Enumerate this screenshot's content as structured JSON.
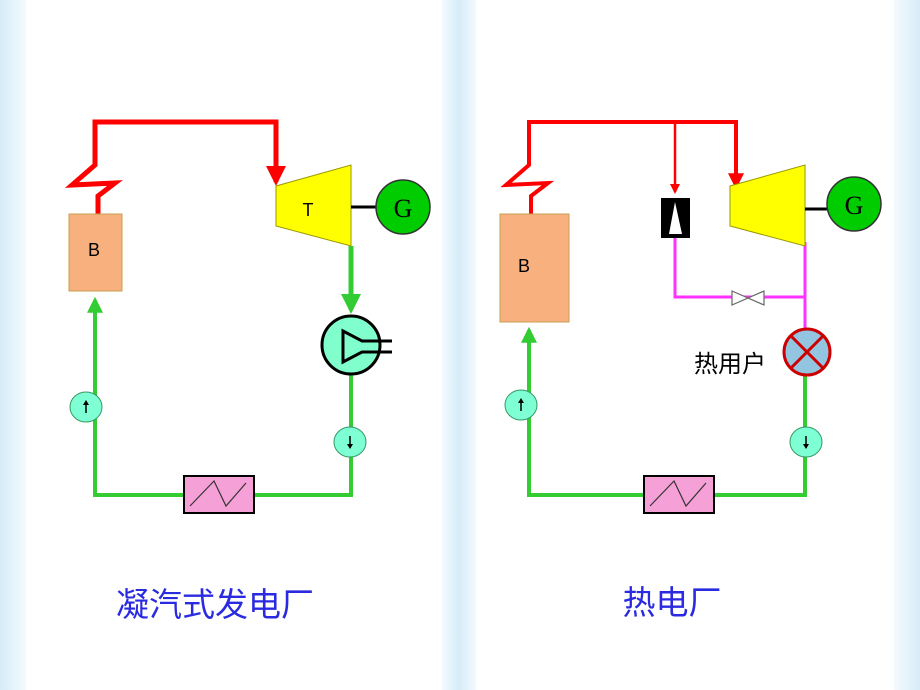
{
  "colors": {
    "steam": "#ff0000",
    "water": "#33cc33",
    "extraction": "#ff33ff",
    "boiler": "#f9b07f",
    "turbine": "#ffff00",
    "generator": "#00cc00",
    "pump": "#7fffd4",
    "condenser": "#80ffcc",
    "heater": "#f5a0d6",
    "heat_user": "#93c4e0",
    "caption": "#2a2ae0"
  },
  "left_diagram": {
    "boiler_label": "B",
    "turbine_label": "T",
    "generator_label": "G",
    "caption": "凝汽式发电厂"
  },
  "right_diagram": {
    "boiler_label": "B",
    "generator_label": "G",
    "heat_user_label": "热用户",
    "caption": "热电厂"
  }
}
